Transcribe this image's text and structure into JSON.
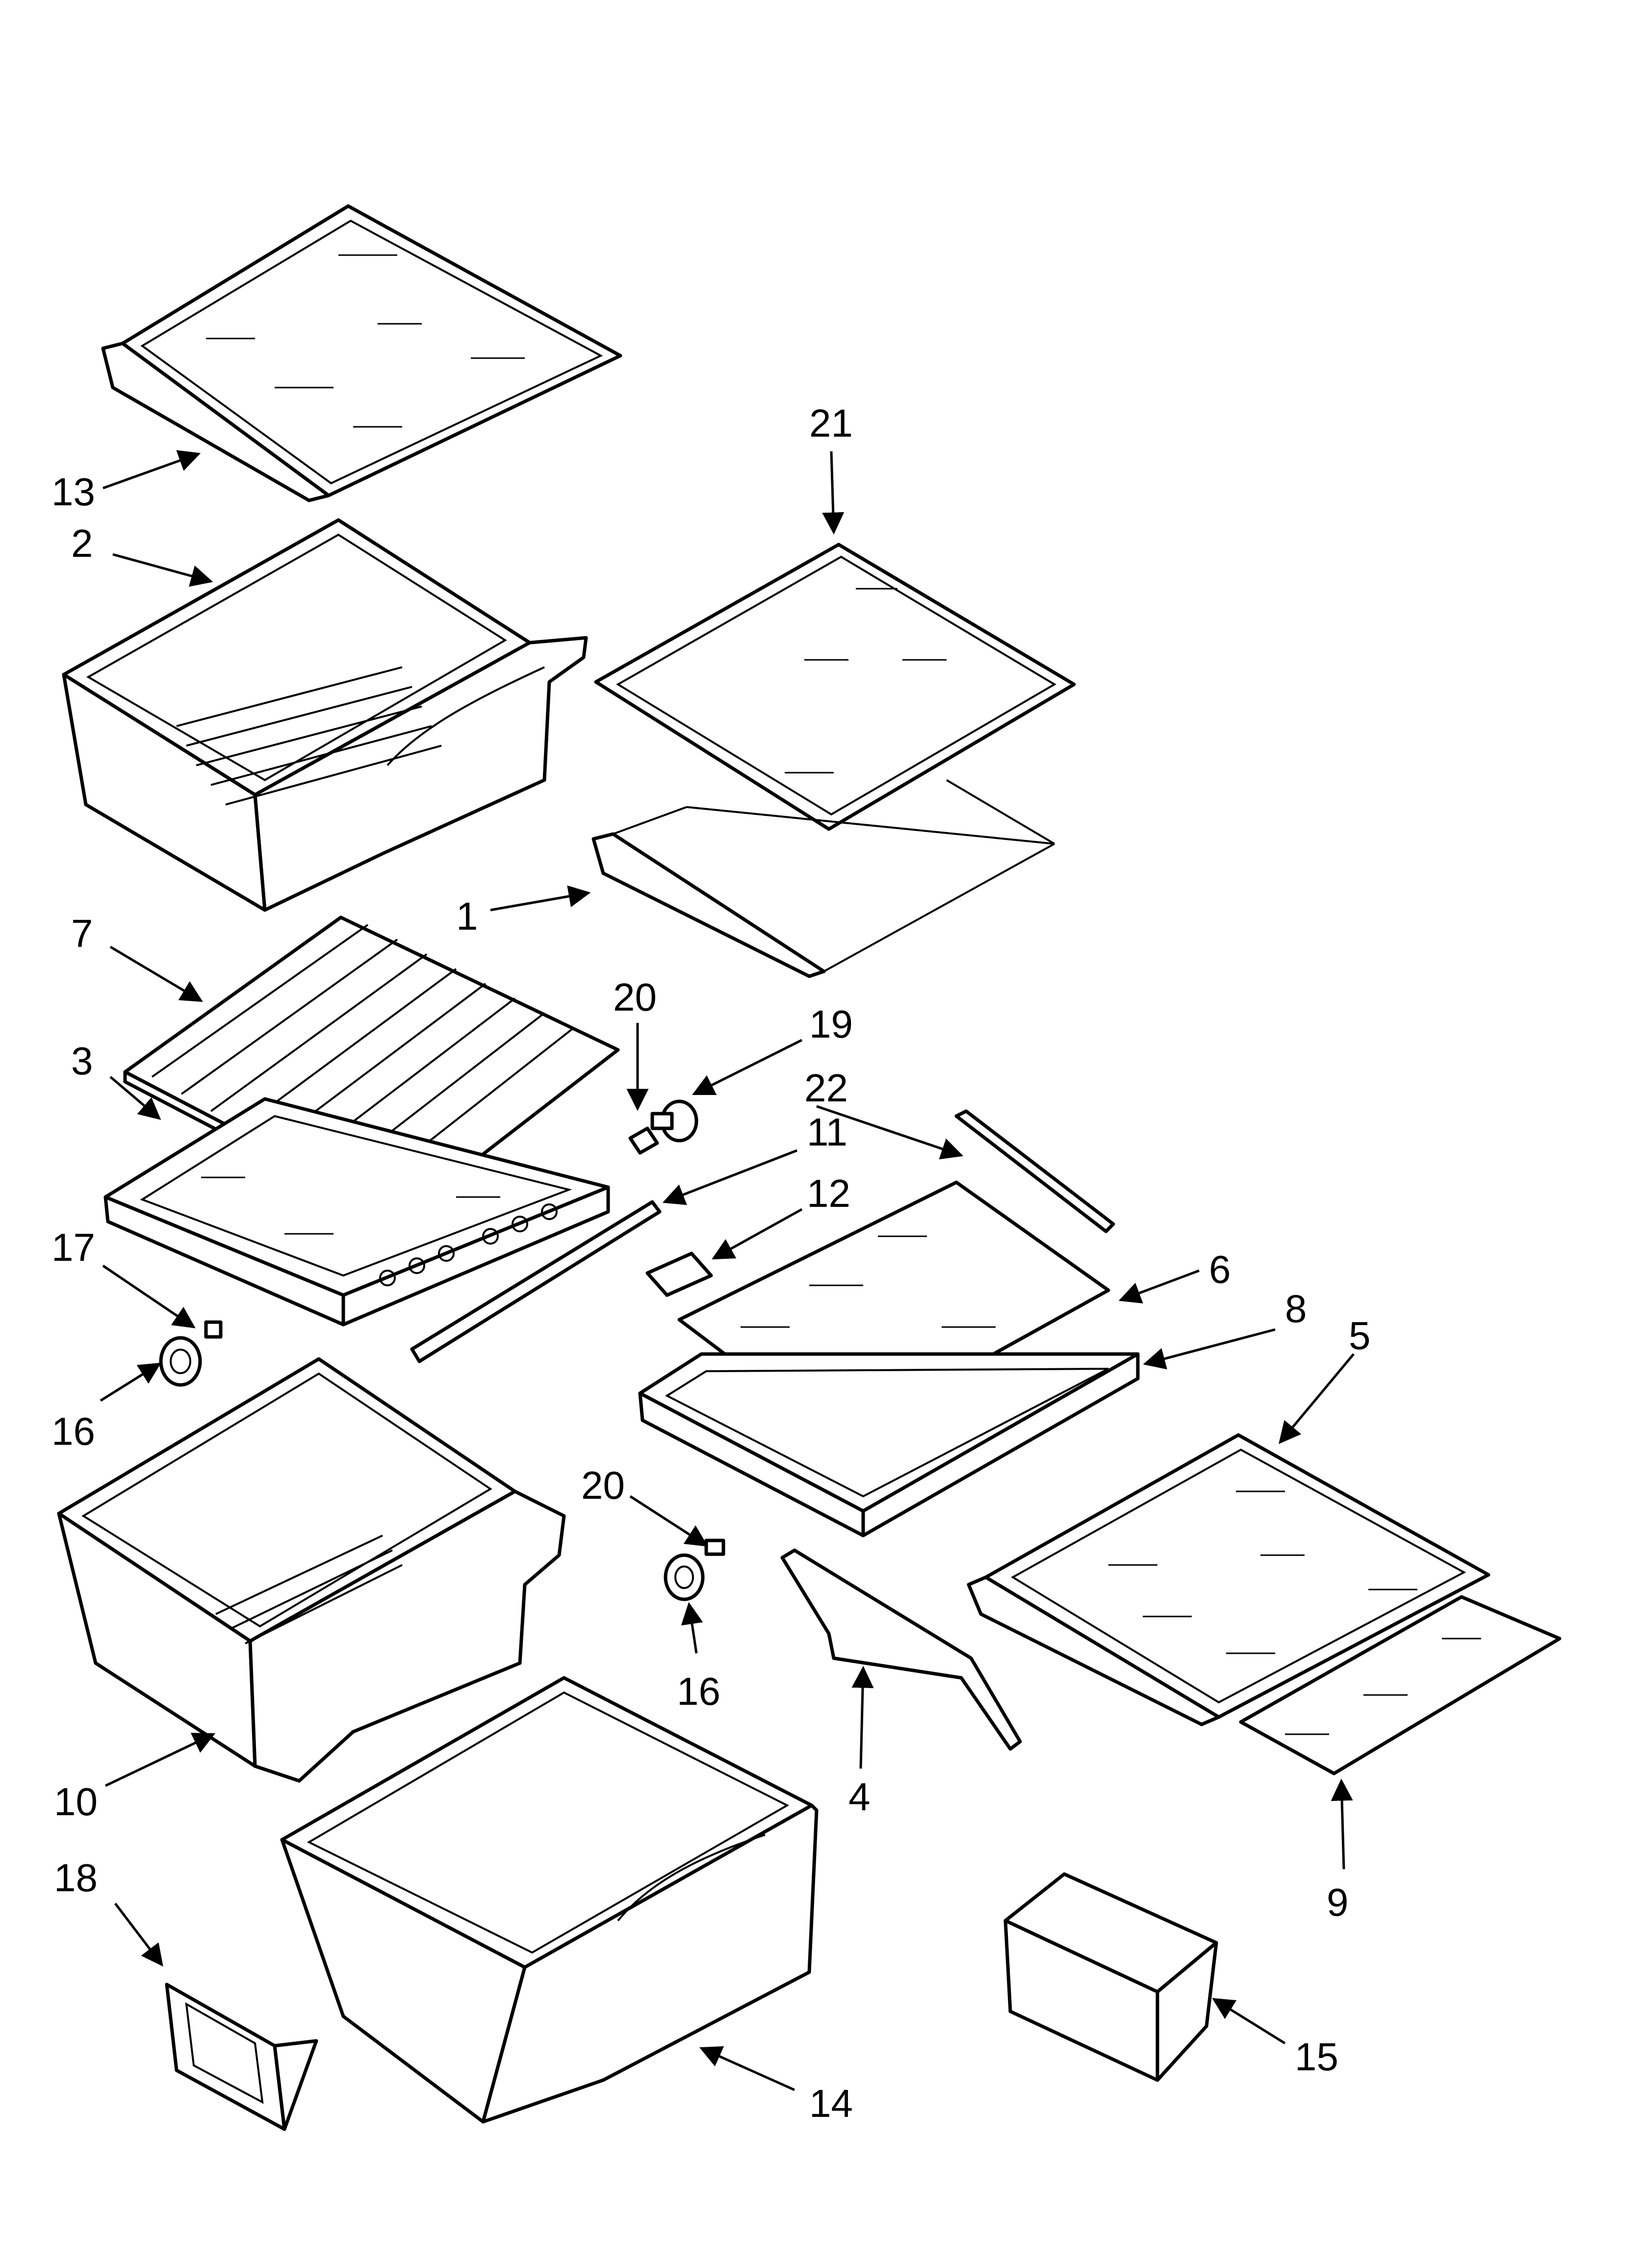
{
  "callouts": {
    "c1": "1",
    "c2": "2",
    "c3": "3",
    "c4": "4",
    "c5": "5",
    "c6": "6",
    "c7": "7",
    "c8": "8",
    "c9": "9",
    "c10": "10",
    "c11": "11",
    "c12": "12",
    "c13": "13",
    "c14": "14",
    "c15": "15",
    "c16a": "16",
    "c16b": "16",
    "c17": "17",
    "c18": "18",
    "c19": "19",
    "c20a": "20",
    "c20b": "20",
    "c21": "21",
    "c22": "22"
  }
}
